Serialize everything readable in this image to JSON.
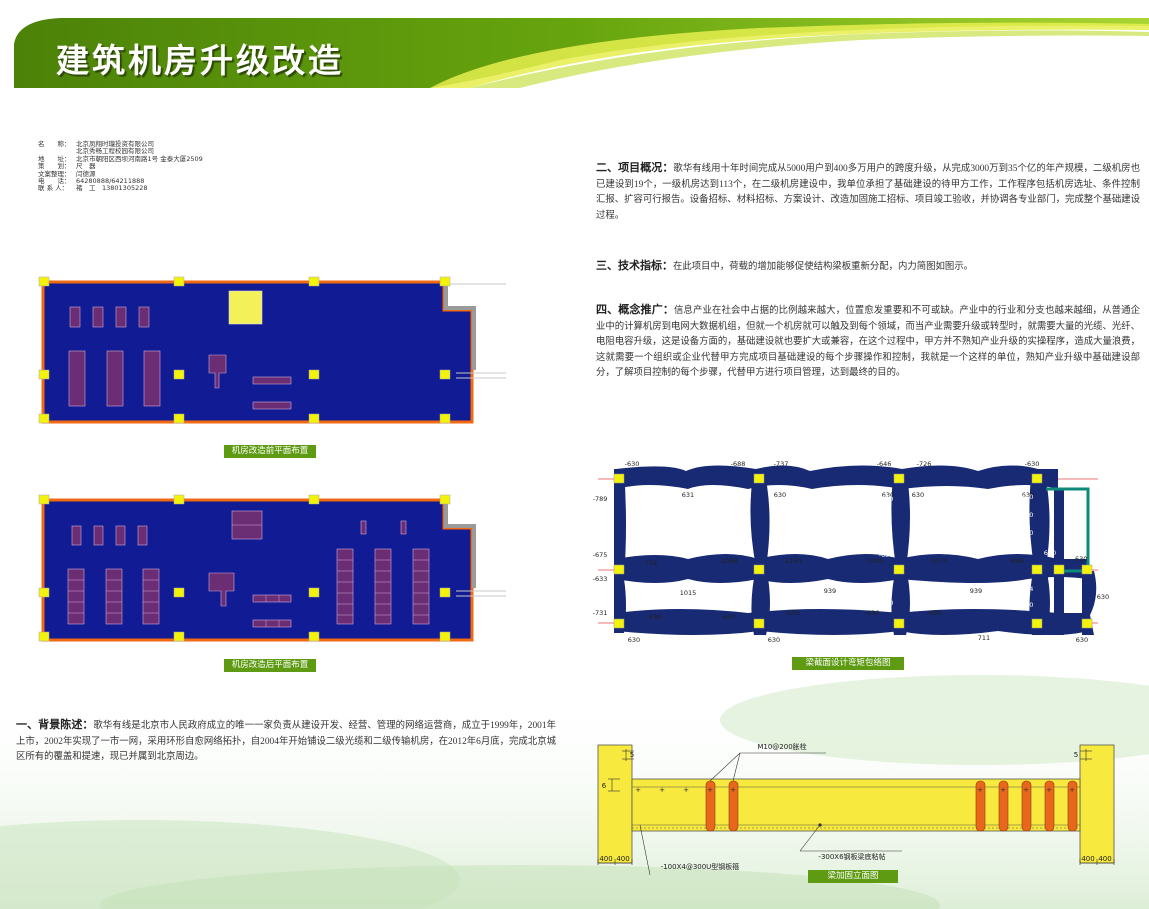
{
  "header": {
    "title": "建筑机房升级改造"
  },
  "info": [
    {
      "key": "名　　称：",
      "value": "北京凤翔时瓏投资有限公司"
    },
    {
      "key": "",
      "value": "北京秀畅工程校园有限公司"
    },
    {
      "key": "地　　址：",
      "value": "北京市朝阳区西坝河南路1号 金泰大厦2509"
    },
    {
      "key": "策　　划：",
      "value": "尺　器"
    },
    {
      "key": "文案整理：",
      "value": "闫德源"
    },
    {
      "key": "电　　话：",
      "value": "64280888/64211888"
    },
    {
      "key": "联 系 人：",
      "value": "褚　工　13801305228"
    }
  ],
  "sections": {
    "overview": {
      "heading": "二、项目概况：",
      "text": "歌华有线用十年时间完成从5000用户到400多万用户的跨度升级，从完成3000万到35个亿的年产规模，二级机房也已建设到19个，一级机房达到113个，在二级机房建设中，我单位承担了基础建设的待甲方工作，工作程序包括机房选址、条件控制汇报、扩容可行报告。设备招标、材料招标、方案设计、改造加固施工招标、项目竣工验收，并协调各专业部门，完成整个基础建设过程。"
    },
    "tech": {
      "heading": "三、技术指标：",
      "text": "在此项目中，荷载的增加能够促使结构梁板重新分配，内力简图如图示。"
    },
    "concept": {
      "heading": "四、概念推广：",
      "text": "信息产业在社会中占据的比例越来越大，位置愈发重要和不可或缺。产业中的行业和分支也越来越细，从普通企业中的计算机房到电网大数据机组，但就一个机房就可以触及到每个领域，而当产业需要升级或转型时，就需要大量的光缆、光纤、电阻电容升级，这是设备方面的，基础建设就也要扩大或兼容，在这个过程中，甲方并不熟知产业升级的实操程序，造成大量浪费，这就需要一个组织或企业代替甲方完成项目基础建设的每个步骤操作和控制，我就是一个这样的单位，熟知产业升级中基础建设部分，了解项目控制的每个步骤，代替甲方进行项目管理，达到最终的目的。"
    },
    "background": {
      "heading": "一、背景陈述：",
      "text": "歌华有线是北京市人民政府成立的唯一一家负责从建设开发、经营、管理的网络运营商，成立于1999年，2001年上市，2002年实现了一市一网，采用环形自愈网络拓扑，自2004年开始铺设二级光缆和二级传输机房，在2012年6月底，完成北京城区所有的覆盖和提速，现已并属到北京周边。"
    }
  },
  "captions": {
    "before": "机房改造前平面布置",
    "after": "机房改造后平面布置",
    "moment": "梁截面设计弯矩包络图",
    "elevation": "梁加固立面图"
  },
  "moment_diagram": {
    "top_values": [
      "-630",
      "-688",
      "-737",
      "-646",
      "-726",
      "-630"
    ],
    "row1_spans": [
      "631",
      "630",
      "630",
      "630",
      "630"
    ],
    "left_vert": [
      "-789",
      "-675",
      "-633",
      "-731"
    ],
    "col_labels": [
      "-709",
      "637",
      "-630",
      "633",
      "-630",
      "-630",
      "-630"
    ],
    "mid_values": [
      "630",
      "-732",
      "-1088",
      "-668",
      "-1150",
      "-1005",
      "-630",
      "-1074",
      "-898",
      "630",
      "-630"
    ],
    "row2_spans": [
      "1015",
      "939",
      "939"
    ],
    "row2_small": [
      "640",
      "-630",
      "-630",
      "-669",
      "-630",
      "-630",
      "-630",
      "-888",
      "-684",
      "-630"
    ],
    "bottom_values": [
      "630",
      "630",
      "711",
      "630"
    ],
    "right_value": "630"
  },
  "elevation": {
    "label_bolt": "M10@200胀栓",
    "label_plate": "-300X6钢板梁底粘帖",
    "label_u": "-100X4@300U型钢板箍",
    "dim_400": "400",
    "dim_5": "5",
    "dim_6": "6"
  },
  "colors": {
    "green_dark": "#4a7d0a",
    "green_light": "#a7d22b",
    "room_blue": "#111b93",
    "equip_purple": "#6b2d73",
    "column_yellow": "#f2f20a",
    "wall_orange": "#ef6a12",
    "beam_navy": "#172a73",
    "elev_yellow": "#f7e93d",
    "elev_orange": "#e9671d"
  }
}
